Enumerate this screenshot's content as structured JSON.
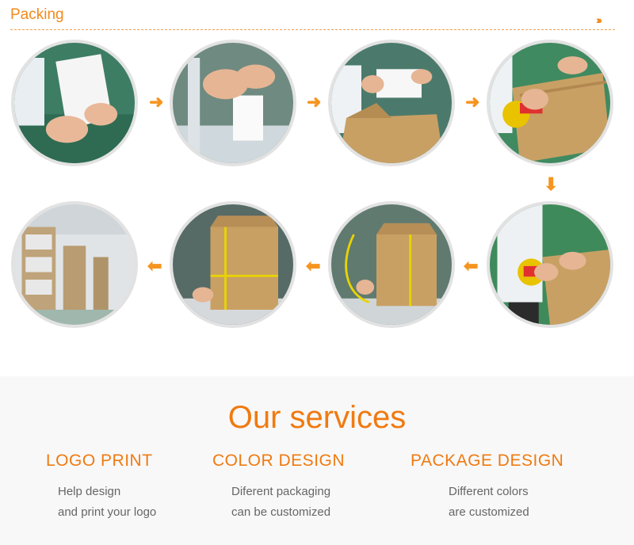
{
  "header": {
    "title": "Packing",
    "chevrons": "›››"
  },
  "steps": [
    {
      "id": 1,
      "scene": "folding-white-box"
    },
    {
      "id": 2,
      "scene": "placing-box-on-line"
    },
    {
      "id": 3,
      "scene": "packing-into-carton"
    },
    {
      "id": 4,
      "scene": "taping-carton-top"
    },
    {
      "id": 5,
      "scene": "taping-carton-side"
    },
    {
      "id": 6,
      "scene": "strapping-carton"
    },
    {
      "id": 7,
      "scene": "strapped-carton"
    },
    {
      "id": 8,
      "scene": "warehouse-stock"
    }
  ],
  "arrows": {
    "right": "➜",
    "down": "⬇",
    "left": "⬅"
  },
  "services": {
    "title": "Our services",
    "items": [
      {
        "heading": "LOGO PRINT",
        "line1": "Help design",
        "line2": "and print your logo"
      },
      {
        "heading": "COLOR DESIGN",
        "line1": "Diferent packaging",
        "line2": "can be customized"
      },
      {
        "heading": "PACKAGE DESIGN",
        "line1": "Different colors",
        "line2": "are customized"
      }
    ]
  },
  "colors": {
    "accent": "#f08a1c",
    "arrow": "#f59520",
    "carton": "#c9a064",
    "tape": "#e03030"
  }
}
